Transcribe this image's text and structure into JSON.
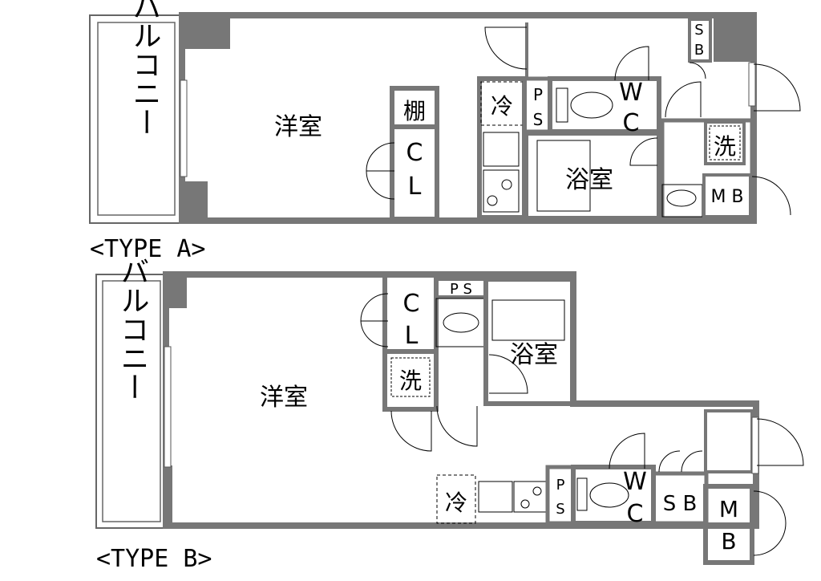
{
  "plans": [
    {
      "id": "type-a",
      "caption": "<TYPE A>",
      "balcony": "バルコニー",
      "room": "洋室",
      "shelf": "棚",
      "closet": [
        "C",
        "L"
      ],
      "fridge": "冷",
      "pipe_space": [
        "P",
        "S"
      ],
      "wc": [
        "W",
        "C"
      ],
      "bath": "浴室",
      "washer": "洗",
      "meter_box": "M B",
      "shoe_box": [
        "S",
        "B"
      ]
    },
    {
      "id": "type-b",
      "caption": "<TYPE B>",
      "balcony": "バルコニー",
      "room": "洋室",
      "closet": [
        "C",
        "L"
      ],
      "pipe_space_top": "P S",
      "bath": "浴室",
      "washer": "洗",
      "fridge": "冷",
      "pipe_space": [
        "P",
        "S"
      ],
      "wc": [
        "W",
        "C"
      ],
      "shoe_box": "S B",
      "meter_box": [
        "M",
        "B"
      ]
    }
  ],
  "colors": {
    "wall": "#777777",
    "line": "#000000",
    "background": "#ffffff"
  }
}
